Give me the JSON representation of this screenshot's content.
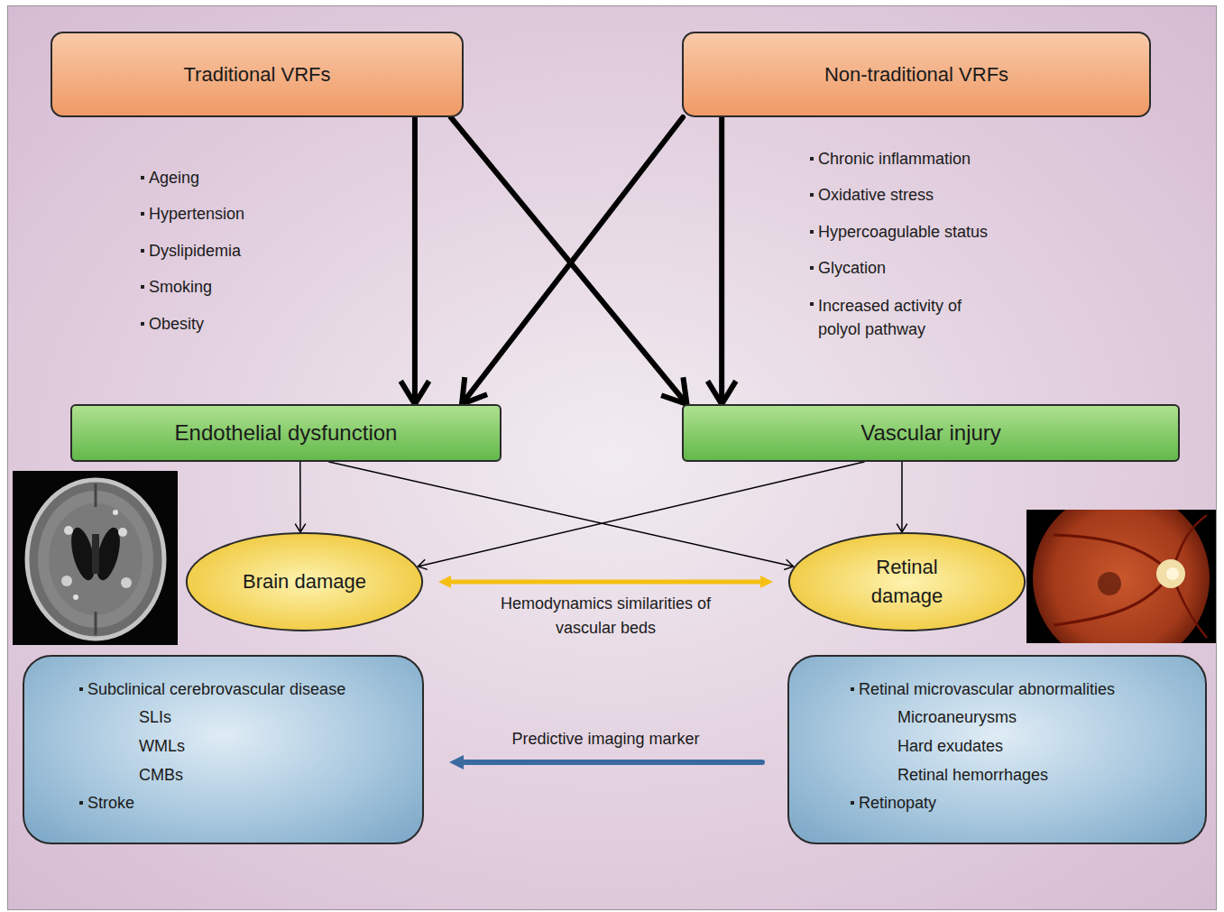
{
  "diagram": {
    "nodes": [
      {
        "text": [
          "Traditional VRFs"
        ]
      },
      {
        "text": [
          "Non-traditional VRFs"
        ]
      },
      {
        "text": [
          "Endothelial dysfunction"
        ]
      },
      {
        "text": [
          "Vascular injury"
        ]
      },
      {
        "text": [
          "Brain damage"
        ]
      },
      {
        "text": [
          "Retinal damage"
        ]
      },
      {
        "text": [
          "Subclinical cerebrovascular disease",
          "SLIs",
          "WMLs",
          "CMBs",
          "Stroke"
        ]
      },
      {
        "text": [
          "Retinal microvascular abnormalities",
          "Microaneurysms",
          "Hard exudates",
          "Retinal hemorrhages",
          "Retinopaty"
        ]
      }
    ],
    "edges": [
      {
        "from": 0,
        "to": 2,
        "arrow": "to"
      },
      {
        "from": 0,
        "to": 3,
        "arrow": "to"
      },
      {
        "from": 1,
        "to": 2,
        "arrow": "to"
      },
      {
        "from": 1,
        "to": 3,
        "arrow": "to"
      },
      {
        "from": 2,
        "to": 4,
        "arrow": "to"
      },
      {
        "from": 2,
        "to": 5,
        "arrow": "to"
      },
      {
        "from": 3,
        "to": 4,
        "arrow": "to"
      },
      {
        "from": 3,
        "to": 5,
        "arrow": "to"
      },
      {
        "from": 4,
        "to": 5,
        "label": "Hemodynamics similarities of vascular beds",
        "arrow": "both"
      },
      {
        "from": 7,
        "to": 6,
        "label": "Predictive imaging marker",
        "arrow": "to"
      }
    ],
    "labels": [
      "Ageing",
      "Hypertension",
      "Dyslipidemia",
      "Smoking",
      "Obesity",
      "Chronic inflammation",
      "Oxidative stress",
      "Hypercoagulable status",
      "Glycation",
      "Increased activity of polyol pathway"
    ]
  }
}
